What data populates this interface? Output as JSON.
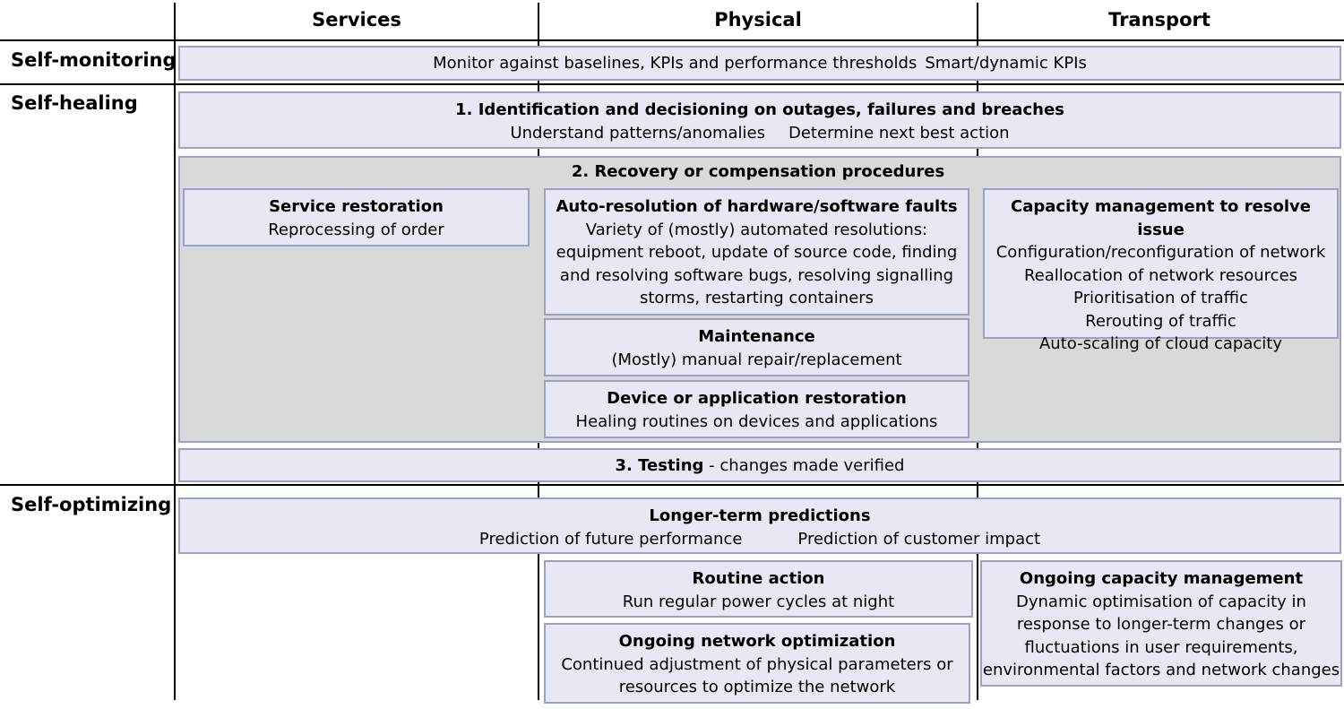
{
  "columns": [
    "Services",
    "Physical",
    "Transport"
  ],
  "rows": [
    "Self-monitoring",
    "Self-healing",
    "Self-optimizing"
  ],
  "monitoring": {
    "part1": "Monitor against baselines, KPIs and performance thresholds",
    "part2": "Smart/dynamic KPIs"
  },
  "identification": {
    "title": "1. Identification and decisioning on outages, failures and breaches",
    "part1": "Understand patterns/anomalies",
    "part2": "Determine next best action"
  },
  "recovery": {
    "title": "2. Recovery or compensation procedures",
    "service_restoration": {
      "title": "Service restoration",
      "text": "Reprocessing of order"
    },
    "auto_resolution": {
      "title": "Auto-resolution of hardware/software faults",
      "lines": [
        "Variety of (mostly) automated resolutions:",
        "equipment reboot, update of source code, finding",
        "and resolving software bugs, resolving signalling",
        "storms, restarting containers"
      ]
    },
    "maintenance": {
      "title": "Maintenance",
      "text": "(Mostly) manual repair/replacement"
    },
    "device_restoration": {
      "title": "Device or application restoration",
      "text": "Healing routines on devices and applications"
    },
    "capacity": {
      "title": "Capacity management to resolve issue",
      "lines": [
        "Configuration/reconfiguration of network",
        "Reallocation of network resources",
        "Prioritisation of traffic",
        "Rerouting of traffic",
        "Auto-scaling of cloud capacity"
      ]
    }
  },
  "testing": {
    "title": "3. Testing",
    "text": " - changes made verified"
  },
  "predictions": {
    "title": "Longer-term predictions",
    "part1": "Prediction of future performance",
    "part2": "Prediction of customer impact"
  },
  "routine": {
    "title": "Routine action",
    "text": "Run regular power cycles at night"
  },
  "network_opt": {
    "title": "Ongoing network optimization",
    "lines": [
      "Continued adjustment of physical parameters or",
      "resources to optimize the network"
    ]
  },
  "ongoing_capacity": {
    "title": "Ongoing capacity management",
    "lines": [
      "Dynamic optimisation of capacity in",
      "response to longer-term changes or",
      "fluctuations in user requirements,",
      "environmental factors and network changes"
    ]
  }
}
